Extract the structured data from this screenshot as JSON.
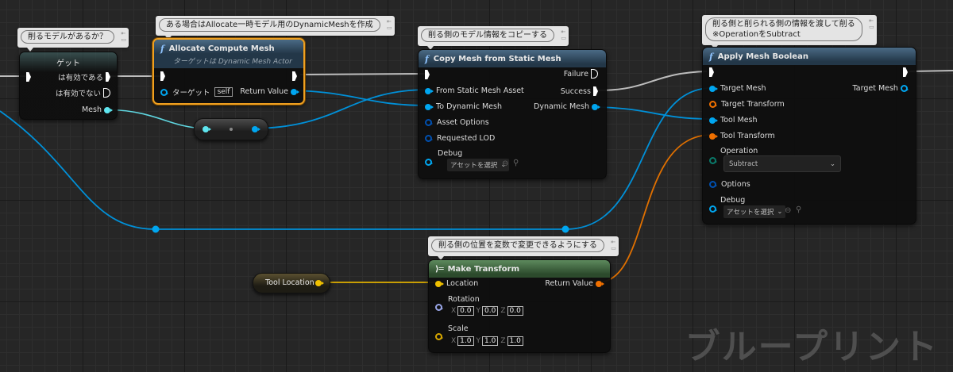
{
  "colors": {
    "exec": "#ffffff",
    "object": "#00a6f0",
    "mesh_cyan": "#5fe6f0",
    "transform": "#f07000",
    "vector": "#f0c000",
    "rotator": "#9aa6e8",
    "enum": "#0a7a6a",
    "struct": "#0050b0",
    "selected_border": "#f0a020"
  },
  "comments": {
    "get": "削るモデルがあるか？",
    "allocate": "ある場合はAllocate一時モデル用のDynamicMeshを作成",
    "copy": "削る側のモデル情報をコピーする",
    "boolean_line1": "削る側と削られる側の情報を渡して削る",
    "boolean_line2": "※OperationをSubtract",
    "transform": "削る側の位置を変数で変更できるようにする"
  },
  "get_node": {
    "title": "ゲット",
    "is_valid": "は有効である",
    "is_not_valid": "は有効でない",
    "mesh": "Mesh"
  },
  "allocate_node": {
    "title": "Allocate Compute Mesh",
    "subtitle": "ターゲットは Dynamic Mesh Actor",
    "target": "ターゲット",
    "self": "self",
    "return_value": "Return Value"
  },
  "copy_node": {
    "title": "Copy Mesh from Static Mesh",
    "failure": "Failure",
    "success": "Success",
    "from_static": "From Static Mesh Asset",
    "to_dynamic": "To Dynamic Mesh",
    "dynamic_mesh": "Dynamic Mesh",
    "asset_options": "Asset Options",
    "requested_lod": "Requested LOD",
    "debug": "Debug",
    "asset_select": "アセットを選択"
  },
  "boolean_node": {
    "title": "Apply Mesh Boolean",
    "target_mesh": "Target Mesh",
    "target_mesh_out": "Target Mesh",
    "target_transform": "Target Transform",
    "tool_mesh": "Tool Mesh",
    "tool_transform": "Tool Transform",
    "operation": "Operation",
    "operation_value": "Subtract",
    "options": "Options",
    "debug": "Debug",
    "asset_select": "アセットを選択"
  },
  "transform_node": {
    "title": "Make Transform",
    "location": "Location",
    "return_value": "Return Value",
    "rotation": "Rotation",
    "rotation_xyz": [
      "0.0",
      "0.0",
      "0.0"
    ],
    "scale": "Scale",
    "scale_xyz": [
      "1.0",
      "1.0",
      "1.0"
    ],
    "axes": [
      "X",
      "Y",
      "Z"
    ]
  },
  "variable": {
    "tool_location": "Tool Location"
  },
  "watermark": "ブループリント"
}
